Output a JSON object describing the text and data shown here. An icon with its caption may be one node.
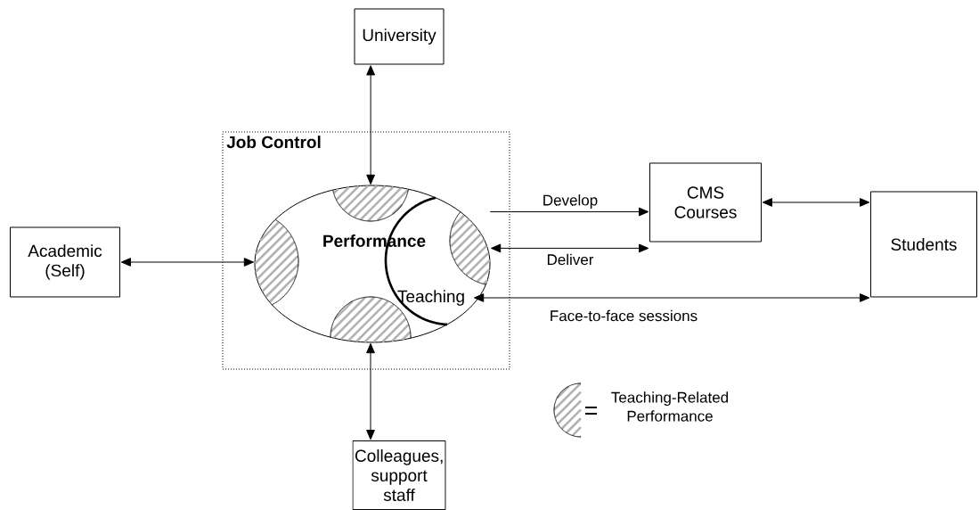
{
  "diagram": {
    "nodes": [
      {
        "text": [
          "University"
        ]
      },
      {
        "text": [
          "Job Control"
        ]
      },
      {
        "text": [
          "Performance"
        ],
        "in": 1
      },
      {
        "text": [],
        "shape": "semicircle",
        "in": 2
      },
      {
        "text": [],
        "shape": "semicircle",
        "in": 2
      },
      {
        "text": [
          "Teaching"
        ],
        "in": 2
      },
      {
        "text": [],
        "shape": "semicircle",
        "in": 2
      },
      {
        "text": [],
        "shape": "semicircle",
        "in": 2
      },
      {
        "text": [
          "Academic (Self)"
        ]
      },
      {
        "text": [
          "CMS Courses"
        ]
      },
      {
        "text": [
          "Students"
        ]
      },
      {
        "text": [
          "Colleagues, support staff"
        ]
      }
    ],
    "edges": [
      {
        "from": 0,
        "to": 3,
        "arrow": "both"
      },
      {
        "from": 8,
        "to": 4,
        "arrow": "both"
      },
      {
        "from": 11,
        "to": 7,
        "arrow": "both"
      },
      {
        "from": 6,
        "to": 9,
        "arrow": "to",
        "label": "Develop"
      },
      {
        "from": 6,
        "to": 9,
        "arrow": "both",
        "label": "Deliver"
      },
      {
        "from": 10,
        "to": 5,
        "arrow": "both",
        "label": "Face-to-face sessions"
      },
      {
        "from": 9,
        "to": 10,
        "arrow": "both"
      }
    ],
    "legend": [
      {
        "text": "Teaching-Related Performance"
      }
    ]
  }
}
